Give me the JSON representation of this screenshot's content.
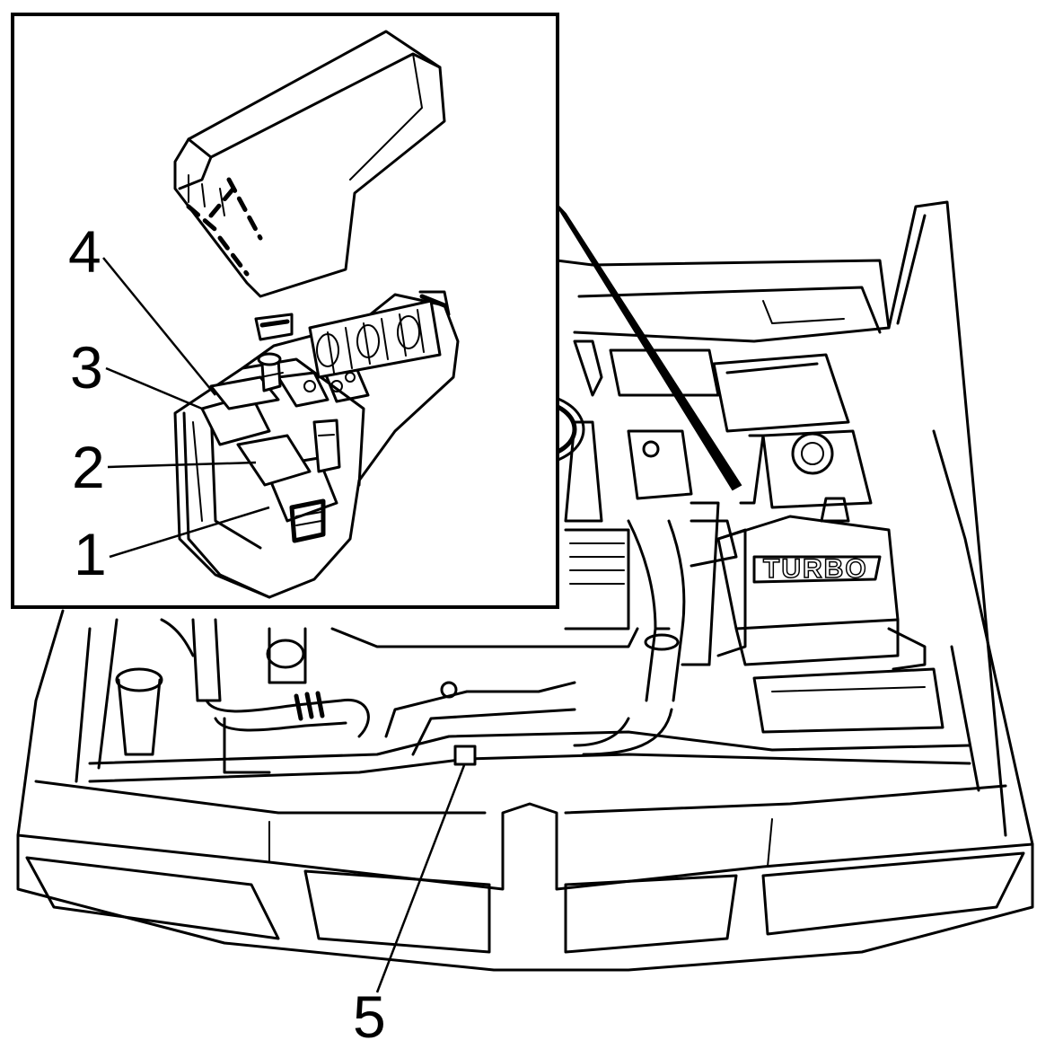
{
  "callouts": [
    {
      "id": "1",
      "label": "1"
    },
    {
      "id": "2",
      "label": "2"
    },
    {
      "id": "3",
      "label": "3"
    },
    {
      "id": "4",
      "label": "4"
    },
    {
      "id": "5",
      "label": "5"
    }
  ],
  "engine_cover_badge": "TURBO",
  "colors": {
    "ink": "#000000",
    "paper": "#ffffff"
  }
}
